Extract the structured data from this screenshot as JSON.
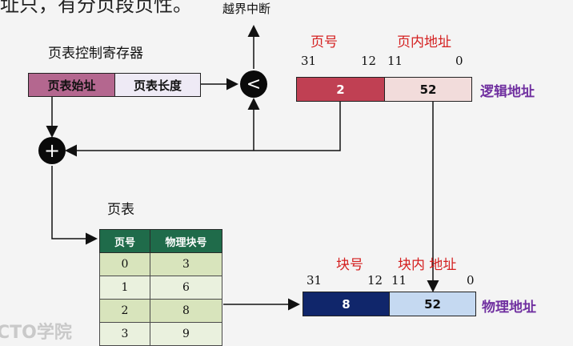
{
  "top_partial_text": "址只，有分页段页性。",
  "overflow_interrupt": "越界中断",
  "page_table_register": {
    "title": "页表控制寄存器",
    "start_label": "页表始址",
    "length_label": "页表长度"
  },
  "compare_symbol": "<",
  "add_symbol": "+",
  "logical_address": {
    "label": "逻辑地址",
    "page_no_title": "页号",
    "offset_title": "页内地址",
    "bit_31": "31",
    "bit_12": "12",
    "bit_11": "11",
    "bit_0": "0",
    "page_no_value": "2",
    "offset_value": "52"
  },
  "page_table": {
    "title": "页表",
    "headers": [
      "页号",
      "物理块号"
    ],
    "rows": [
      [
        "0",
        "3"
      ],
      [
        "1",
        "6"
      ],
      [
        "2",
        "8"
      ],
      [
        "3",
        "9"
      ]
    ]
  },
  "physical_address": {
    "label": "物理地址",
    "block_no_title": "块号",
    "offset_title": "块内 地址",
    "bit_31": "31",
    "bit_12": "12",
    "bit_11": "11",
    "bit_0": "0",
    "block_no_value": "8",
    "offset_value": "52"
  },
  "watermark": "CTO学院",
  "colors": {
    "page_no_bg": "#c04053",
    "offset_bg": "#f2dcdb",
    "block_no_bg": "#10266b",
    "phys_offset_bg": "#c5d9f1",
    "start_bg": "#b4678f",
    "length_bg": "#eeeaf5",
    "table_header": "#1f6b4a"
  }
}
